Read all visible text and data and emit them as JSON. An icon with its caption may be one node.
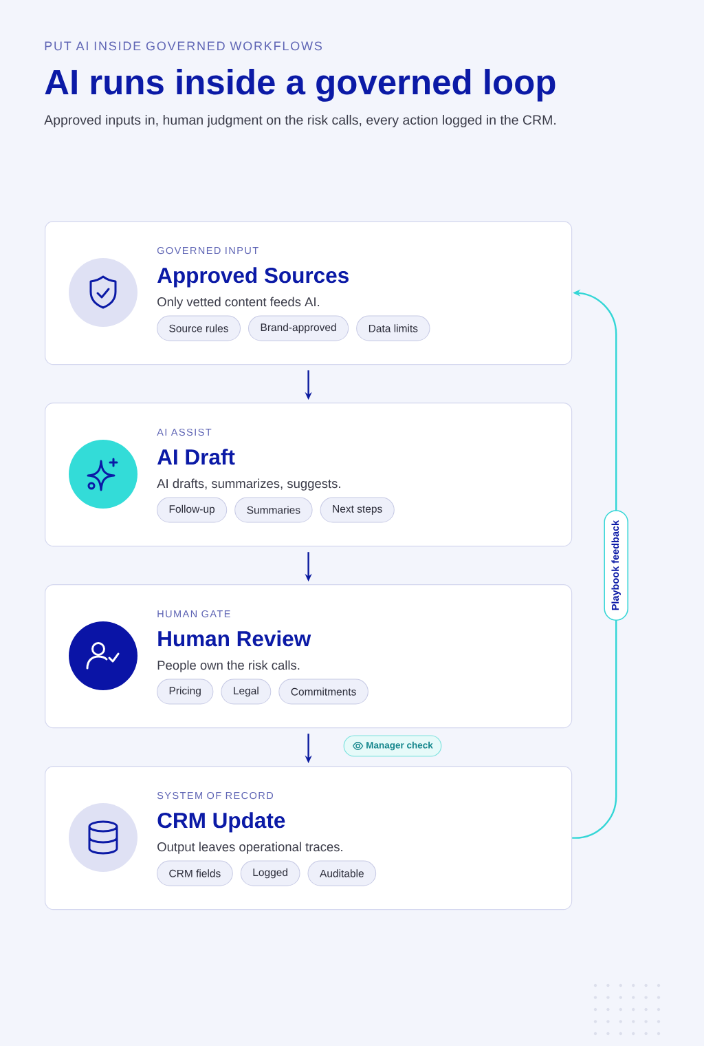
{
  "diagram": {
    "title": "AI runs inside a governed loop",
    "nodes": [
      {
        "text": [
          "GOVERNED INPUT",
          "Approved Sources",
          "Only vetted content feeds AI."
        ]
      },
      {
        "text": [
          "Source rules"
        ],
        "in": 0
      },
      {
        "text": [
          "Brand-approved"
        ],
        "in": 0
      },
      {
        "text": [
          "Data limits"
        ],
        "in": 0
      },
      {
        "text": [
          "AI ASSIST",
          "AI Draft",
          "AI drafts, summarizes, suggests."
        ]
      },
      {
        "text": [
          "Follow-up"
        ],
        "in": 4
      },
      {
        "text": [
          "Summaries"
        ],
        "in": 4
      },
      {
        "text": [
          "Next steps"
        ],
        "in": 4
      },
      {
        "text": [
          "HUMAN GATE",
          "Human Review",
          "People own the risk calls."
        ]
      },
      {
        "text": [
          "Pricing"
        ],
        "in": 8
      },
      {
        "text": [
          "Legal"
        ],
        "in": 8
      },
      {
        "text": [
          "Commitments"
        ],
        "in": 8
      },
      {
        "text": [
          "Manager check"
        ]
      },
      {
        "text": [
          "SYSTEM OF RECORD",
          "CRM Update",
          "Output leaves operational traces."
        ]
      },
      {
        "text": [
          "CRM fields"
        ],
        "in": 13
      },
      {
        "text": [
          "Logged"
        ],
        "in": 13
      },
      {
        "text": [
          "Auditable"
        ],
        "in": 13
      }
    ],
    "edges": [
      {
        "from": 0,
        "to": 4,
        "arrow": "to"
      },
      {
        "from": 4,
        "to": 8,
        "arrow": "to"
      },
      {
        "from": 8,
        "to": 13,
        "arrow": "to"
      },
      {
        "from": 13,
        "to": 0,
        "arrow": "to",
        "label": "Playbook feedback",
        "color": "#33d6d6"
      }
    ],
    "labels": [
      "PUT AI INSIDE GOVERNED WORKFLOWS",
      "Approved inputs in, human judgment on the risk calls, every action logged in the CRM."
    ]
  }
}
